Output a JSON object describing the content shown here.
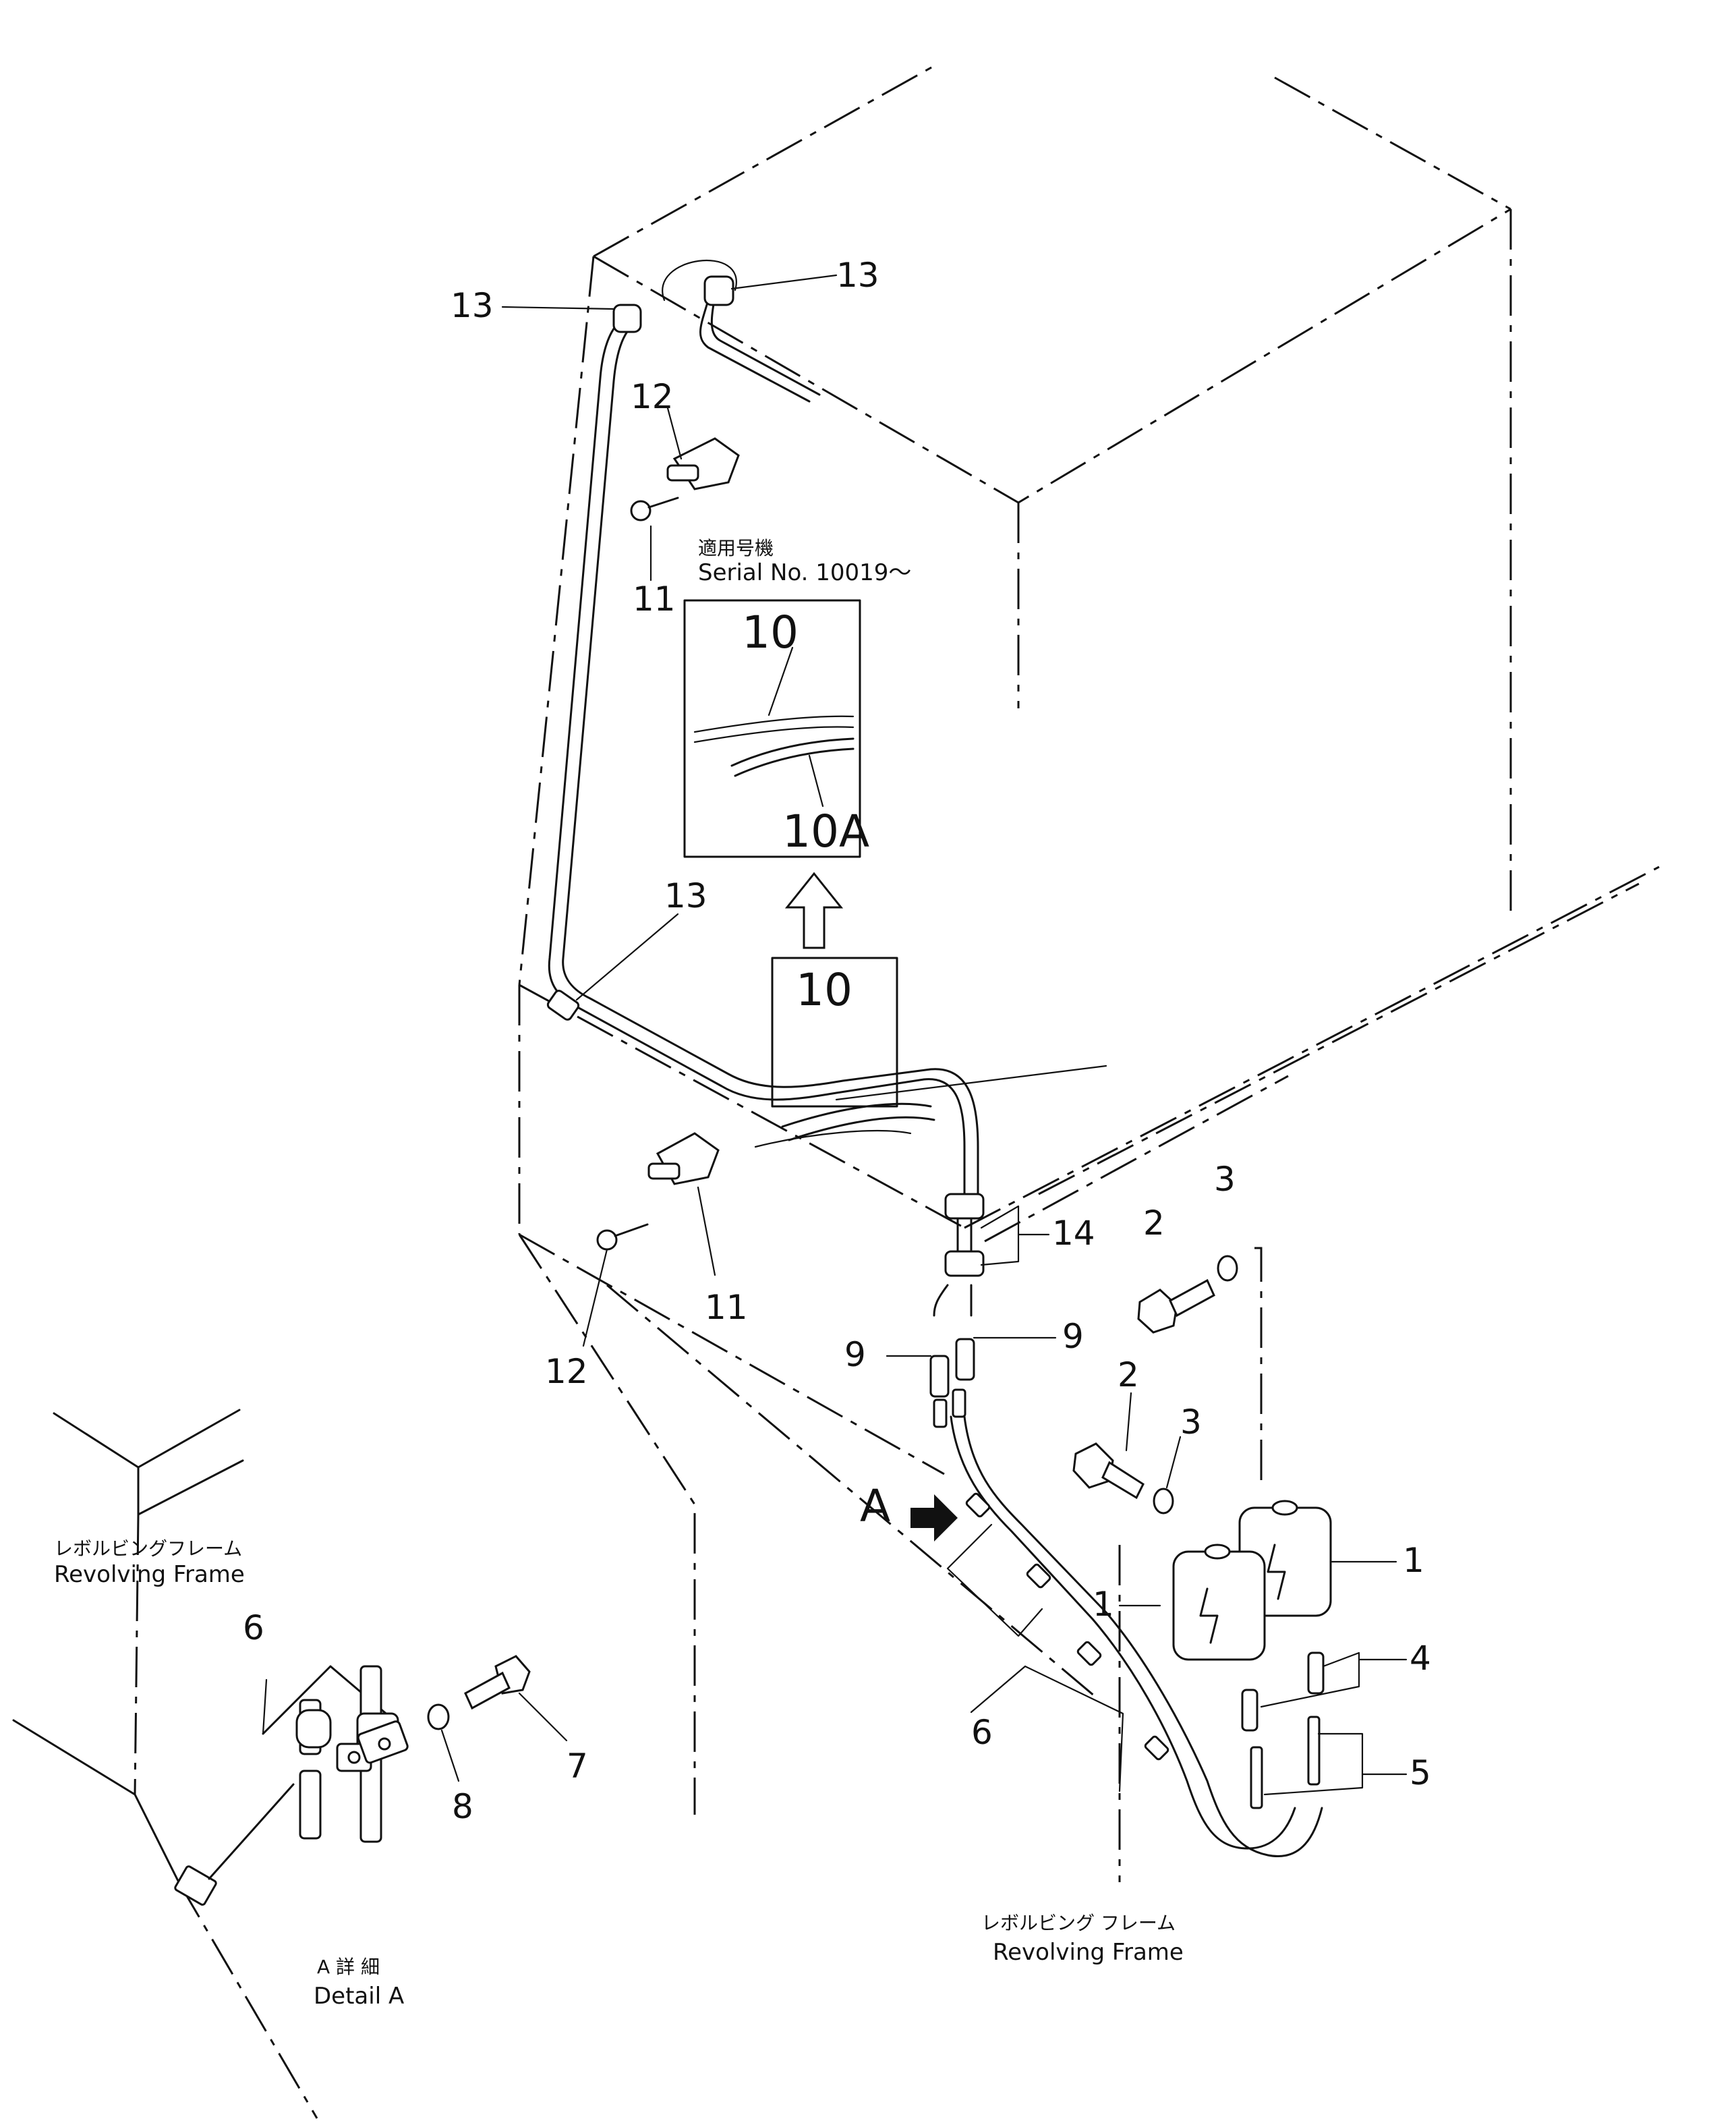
{
  "serial": {
    "jp": "適用号機",
    "en": "Serial  No.  10019～"
  },
  "inset_labels": {
    "pipe": "10",
    "pipe_a": "10A"
  },
  "box_label": "10",
  "frame_label_main": {
    "jp": "レボルビング フレーム",
    "en": "Revolving Frame"
  },
  "frame_label_detail": {
    "jp": "レボルビングフレーム",
    "en": "Revolving  Frame"
  },
  "detail_label": {
    "jp": "A 詳 細",
    "en": "Detail  A"
  },
  "arrow_label": "A",
  "callouts": {
    "c13_top_left": "13",
    "c13_top_right": "13",
    "c12_top": "12",
    "c11_top": "11",
    "c13_mid": "13",
    "c14": "14",
    "c2_top": "2",
    "c3_top": "3",
    "c11_bottom": "11",
    "c12_bottom": "12",
    "c9_left": "9",
    "c9_right": "9",
    "c2_mid": "2",
    "c3_mid": "3",
    "c1_right": "1",
    "c1_left": "1",
    "c4": "4",
    "c5": "5",
    "c6_main": "6",
    "c6_detail": "6",
    "c7": "7",
    "c8": "8"
  }
}
